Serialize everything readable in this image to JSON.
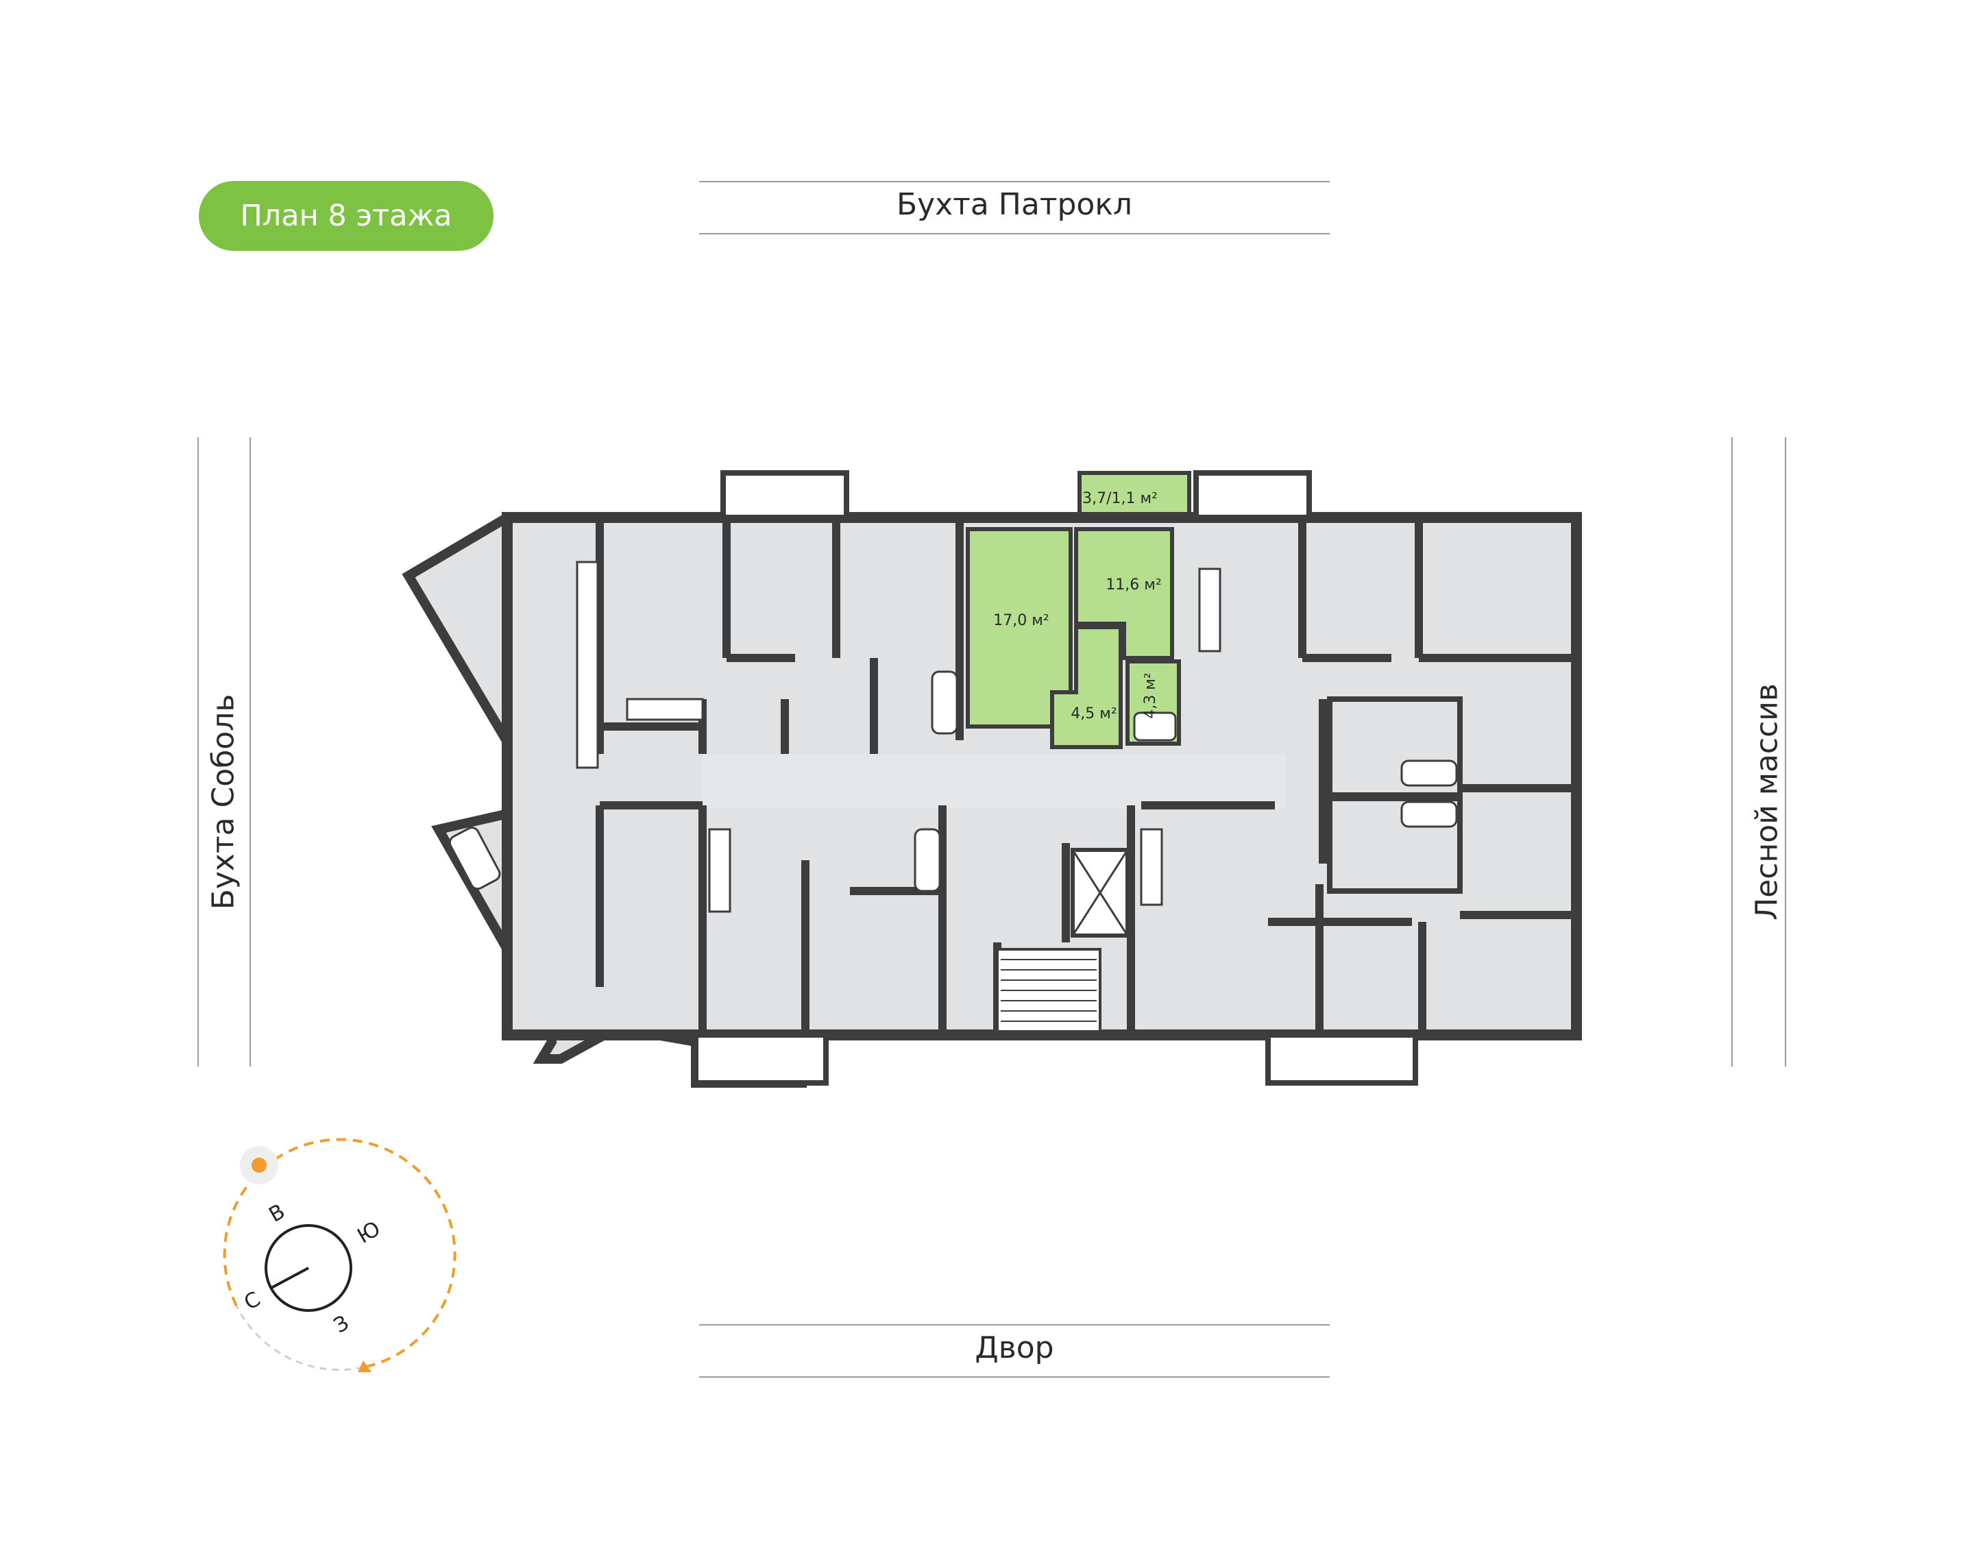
{
  "floor_plan": {
    "title": "План 8 этажа",
    "streets": {
      "top": "Бухта Патрокл",
      "bottom": "Двор",
      "left": "Бухта Соболь",
      "right": "Лесной массив"
    },
    "selected_apartment_rooms": [
      {
        "label": "3,7/1,1 м²",
        "kind": "balcony"
      },
      {
        "label": "11,6 м²",
        "kind": "kitchen"
      },
      {
        "label": "17,0 м²",
        "kind": "room"
      },
      {
        "label": "4,5 м²",
        "kind": "hall"
      },
      {
        "label": "4,3 м²",
        "kind": "bathroom"
      }
    ],
    "compass": {
      "n": "С",
      "e": "В",
      "s": "Ю",
      "w": "З"
    },
    "colors": {
      "highlight": "#b5df8e",
      "accent": "#7dc243",
      "wall": "#3d3d3d",
      "room": "#e1e2e4",
      "sun_path": "#f39c2d"
    }
  }
}
